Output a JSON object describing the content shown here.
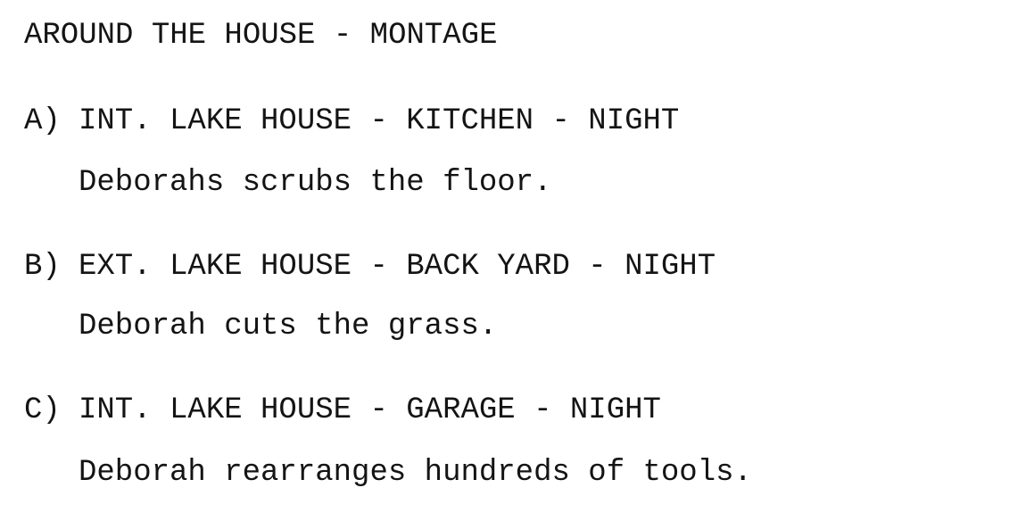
{
  "page": {
    "background_color": "#ffffff",
    "text_color": "#141414"
  },
  "screenplay": {
    "montage_title": "AROUND THE HOUSE - MONTAGE",
    "scenes": [
      {
        "letter": "A)",
        "heading": "INT. LAKE HOUSE - KITCHEN - NIGHT",
        "action": "Deborahs scrubs the floor."
      },
      {
        "letter": "B)",
        "heading": "EXT. LAKE HOUSE - BACK YARD - NIGHT",
        "action": "Deborah cuts the grass."
      },
      {
        "letter": "C)",
        "heading": "INT. LAKE HOUSE - GARAGE - NIGHT",
        "action": "Deborah rearranges hundreds of tools."
      }
    ]
  }
}
